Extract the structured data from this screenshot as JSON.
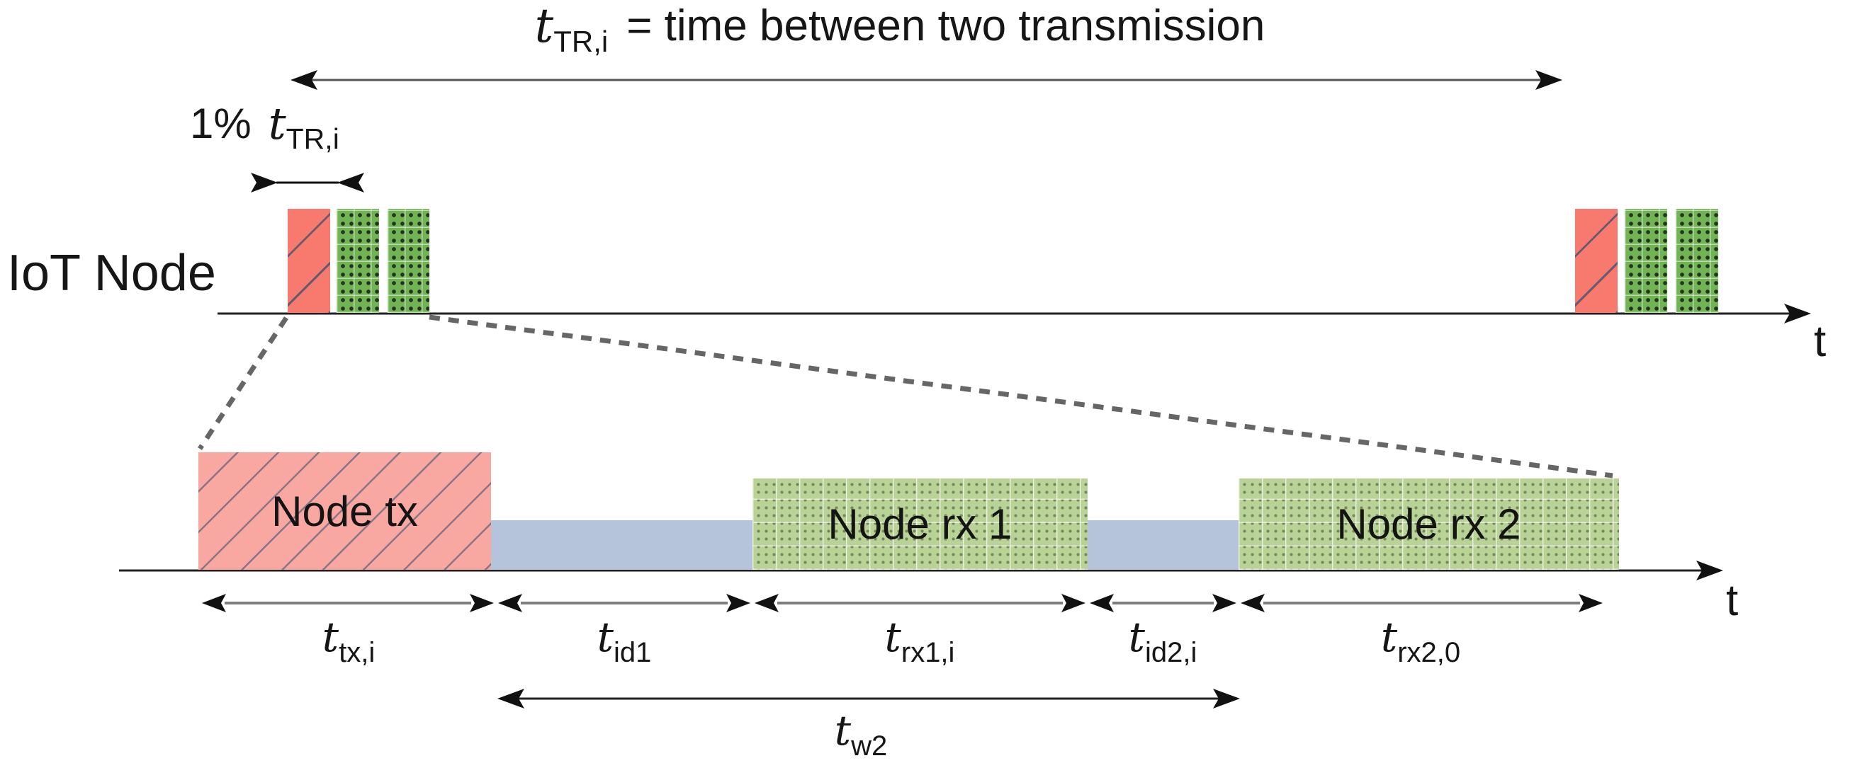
{
  "figure": {
    "title": {
      "var": "t",
      "sub": "TR,",
      "sub_i": "i",
      "rest": "= time between two transmission"
    },
    "duty_label": {
      "prefix": "1%",
      "var": "t",
      "sub": "TR,",
      "sub_i": "i"
    },
    "row_label": "IoT Node",
    "axis": {
      "top_label": "t",
      "bottom_label": "t"
    }
  },
  "bottom_blocks": [
    {
      "label": "Node tx",
      "kind": "tx"
    },
    {
      "label": "",
      "kind": "idle"
    },
    {
      "label": "Node rx 1",
      "kind": "rx"
    },
    {
      "label": "",
      "kind": "idle"
    },
    {
      "label": "Node rx 2",
      "kind": "rx"
    }
  ],
  "durations": [
    {
      "var": "t",
      "sub": "tx,",
      "sub_i": "i"
    },
    {
      "var": "t",
      "sub": "id1",
      "sub_i": ""
    },
    {
      "var": "t",
      "sub": "rx1,",
      "sub_i": "i"
    },
    {
      "var": "t",
      "sub": "id2,",
      "sub_i": "i"
    },
    {
      "var": "t",
      "sub": "rx2,0",
      "sub_i": ""
    }
  ],
  "wait_duration": {
    "var": "t",
    "sub": "w2",
    "sub_i": ""
  },
  "colors": {
    "tx_fill": "#f8796e",
    "tx_fill_light": "#f9a8a1",
    "rx_fill": "#72b355",
    "rx_fill_light": "#b9d295",
    "idle_fill": "#b5c4da",
    "axis_line": "#222222",
    "dim_line": "#7d7d7d",
    "dash_line": "#666666",
    "arrow_head": "#111111"
  }
}
